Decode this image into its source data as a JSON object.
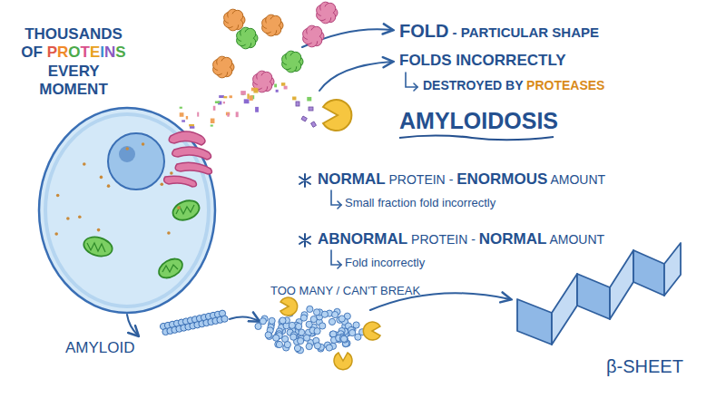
{
  "diagram": {
    "title": "AMYLOIDOSIS",
    "labels": [
      "THOUSANDS OF PROTEINS EVERY MOMENT",
      "FOLD - PARTICULAR SHAPE",
      "FOLDS INCORRECTLY",
      "DESTROYED BY PROTEASES",
      "NORMAL PROTEIN - ENORMOUS AMOUNT",
      "Small fraction fold incorrectly",
      "ABNORMAL PROTEIN - NORMAL AMOUNT",
      "Fold incorrectly",
      "TOO MANY / CAN'T BREAK",
      "AMYLOID",
      "β-SHEET"
    ]
  }
}
